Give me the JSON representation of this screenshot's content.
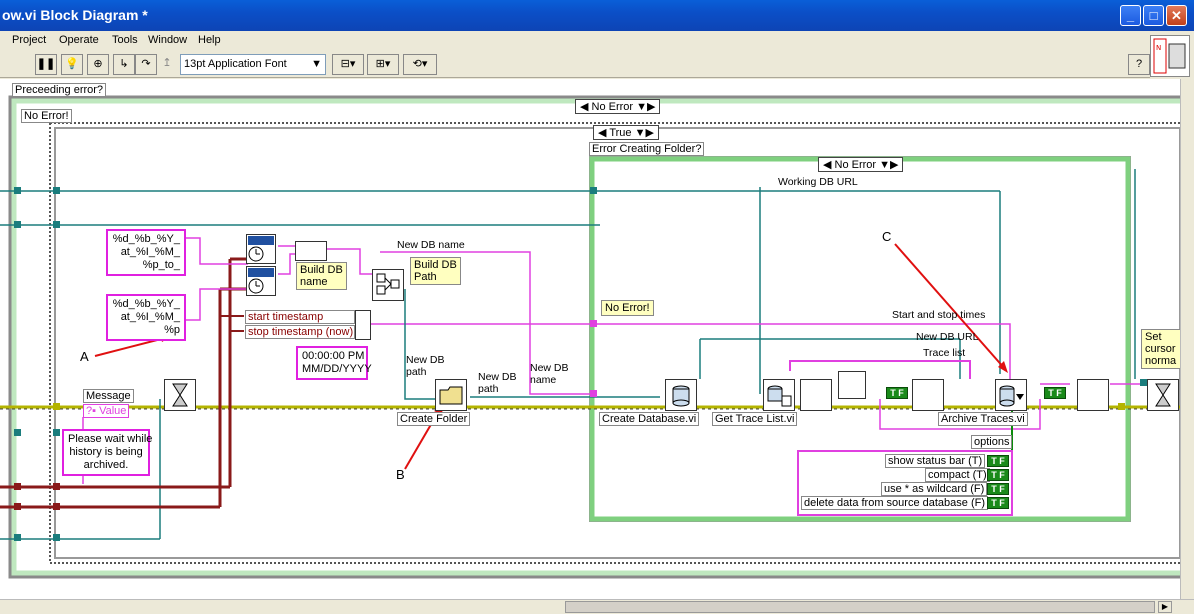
{
  "window": {
    "title": "ow.vi Block Diagram *"
  },
  "menu": [
    "Project",
    "Operate",
    "Tools",
    "Window",
    "Help"
  ],
  "toolbar": {
    "font": "13pt Application Font"
  },
  "diagram": {
    "outer_case_label": "Preceeding error?",
    "outer_selector": "No Error",
    "inner_error_label": "No Error!",
    "true_selector": "True",
    "folder_case_label": "Error Creating Folder?",
    "inner_selector": "No Error",
    "no_error_const": "No Error!",
    "format_a": [
      "%d_%b_%Y_",
      "at_%I_%M_",
      "%p_to_"
    ],
    "format_b": [
      "%d_%b_%Y_",
      "at_%I_%M_",
      "%p"
    ],
    "build_db_name": [
      "Build DB",
      "name"
    ],
    "build_db_path": [
      "Build DB",
      "Path"
    ],
    "new_db_name_wire": "New DB name",
    "start_timestamp": "start timestamp",
    "stop_timestamp": "stop timestamp (now)",
    "time_format": [
      "00:00:00 PM",
      "MM/DD/YYYY"
    ],
    "new_db_path_1": [
      "New DB",
      "path"
    ],
    "new_db_path_2": [
      "New DB",
      "path"
    ],
    "new_db_name_2": [
      "New DB",
      "name"
    ],
    "message_label": "Message",
    "message_value": "Value",
    "message_text": [
      "Please wait while",
      "history is being",
      "archived."
    ],
    "create_folder": "Create Folder",
    "create_database": "Create Database.vi",
    "get_trace_list": "Get Trace List.vi",
    "archive_traces": "Archive Traces.vi",
    "working_db_url": "Working DB URL",
    "start_stop_times": "Start and stop times",
    "new_db_url": "New DB URL",
    "trace_list": "Trace list",
    "options_label": "options",
    "options": [
      "show status bar (T)",
      "compact (T)",
      "use * as wildcard (F)",
      "delete data from source database (F)"
    ],
    "set_cursor": [
      "Set",
      "cursor",
      "norma"
    ],
    "annotation_a": "A",
    "annotation_b": "B",
    "annotation_c": "C"
  }
}
